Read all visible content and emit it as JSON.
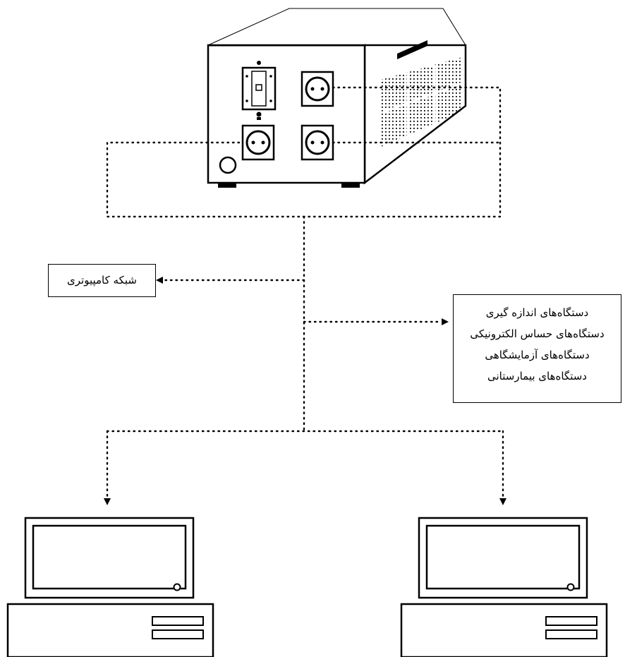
{
  "network_label": "شبکه کامپیوتری",
  "devices": [
    "دستگاه‌های اندازه گیری",
    "دستگاه‌های حساس الکترونیکی",
    "دستگاه‌های آزمایشگاهی",
    "دستگاه‌های بیمارستانی"
  ],
  "colors": {
    "line": "#000000",
    "background": "#ffffff"
  }
}
